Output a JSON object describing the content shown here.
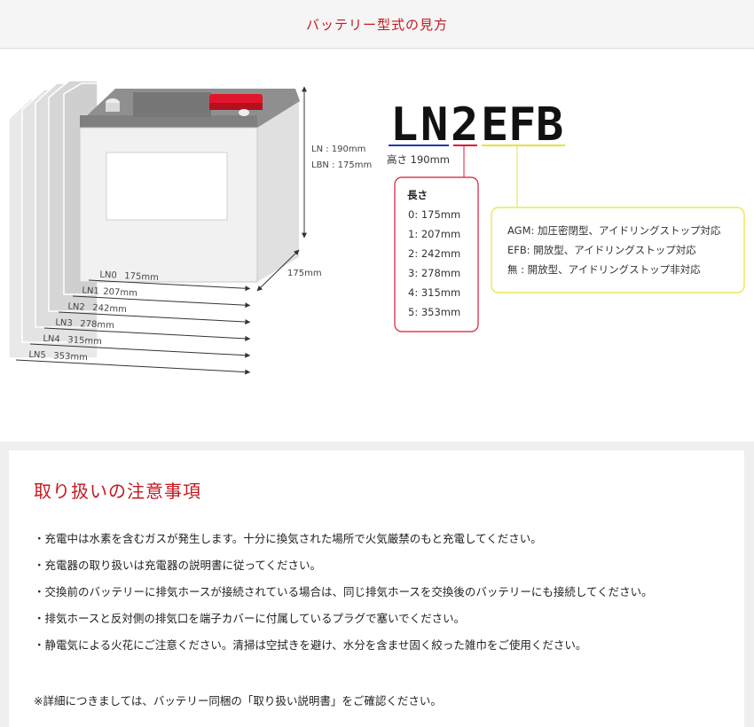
{
  "header": {
    "title": "バッテリー型式の見方"
  },
  "diagram": {
    "height_labels": [
      "LN : 190mm",
      "LBN : 175mm"
    ],
    "width_label": "175mm",
    "length_rows": [
      {
        "code": "LN0",
        "length": "175mm"
      },
      {
        "code": "LN1",
        "length": "207mm"
      },
      {
        "code": "LN2",
        "length": "242mm"
      },
      {
        "code": "LN3",
        "length": "278mm"
      },
      {
        "code": "LN4",
        "length": "315mm"
      },
      {
        "code": "LN5",
        "length": "353mm"
      }
    ]
  },
  "model_code": {
    "chars": [
      "L",
      "N",
      "2",
      "E",
      "F",
      "B"
    ],
    "height_note": "高さ 190mm",
    "length_box": {
      "title": "長さ",
      "items": [
        "0: 175mm",
        "1: 207mm",
        "2: 242mm",
        "3: 278mm",
        "4: 315mm",
        "5: 353mm"
      ]
    },
    "type_box": {
      "items": [
        "AGM: 加圧密閉型、アイドリングストップ対応",
        "EFB: 開放型、アイドリングストップ対応",
        "無 : 開放型、アイドリングストップ非対応"
      ]
    }
  },
  "colors": {
    "accent_red": "#c4191f",
    "blue": "#1f3aa3",
    "crimson": "#d8193a",
    "yellow": "#e8e23a"
  },
  "caution": {
    "title": "取り扱いの注意事項",
    "items": [
      "・充電中は水素を含むガスが発生します。十分に換気された場所で火気厳禁のもと充電してください。",
      "・充電器の取り扱いは充電器の説明書に従ってください。",
      "・交換前のバッテリーに排気ホースが接続されている場合は、同じ排気ホースを交換後のバッテリーにも接続してください。",
      "・排気ホースと反対側の排気口を端子カバーに付属しているプラグで塞いでください。",
      "・静電気による火花にご注意ください。清掃は空拭きを避け、水分を含ませ固く絞った雑巾をご使用ください。"
    ],
    "note": "※詳細につきましては、バッテリー同梱の「取り扱い説明書」をご確認ください。"
  }
}
